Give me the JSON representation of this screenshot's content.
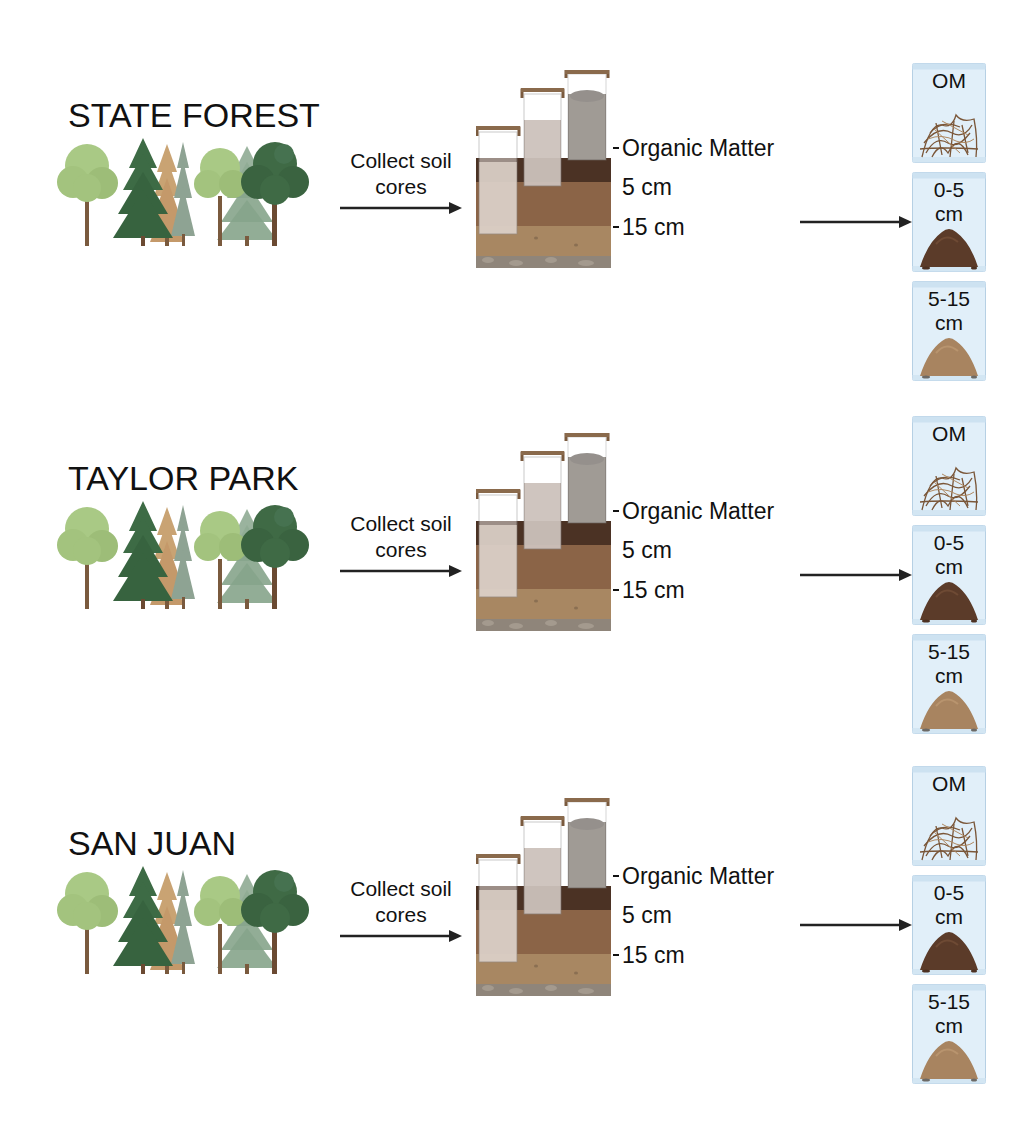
{
  "diagram": {
    "nodes": [
      {
        "text": [
          "STATE FOREST"
        ]
      },
      {
        "text": [
          "Organic Matter",
          "5 cm",
          "15 cm"
        ]
      },
      {
        "text": [
          "OM"
        ]
      },
      {
        "text": [
          "0-5 cm"
        ]
      },
      {
        "text": [
          "5-15 cm"
        ]
      },
      {
        "text": [
          "TAYLOR PARK"
        ]
      },
      {
        "text": [
          "Organic Matter",
          "5 cm",
          "15 cm"
        ]
      },
      {
        "text": [
          "OM"
        ]
      },
      {
        "text": [
          "0-5 cm"
        ]
      },
      {
        "text": [
          "5-15 cm"
        ]
      },
      {
        "text": [
          "SAN JUAN"
        ]
      },
      {
        "text": [
          "Organic Matter",
          "5 cm",
          "15 cm"
        ]
      },
      {
        "text": [
          "OM"
        ]
      },
      {
        "text": [
          "0-5 cm"
        ]
      },
      {
        "text": [
          "5-15 cm"
        ]
      }
    ],
    "edges": [
      {
        "from": 0,
        "to": 1,
        "label": "Collect soil cores",
        "arrow": "to"
      },
      {
        "from": 1,
        "to": 3,
        "arrow": "to"
      },
      {
        "from": 5,
        "to": 6,
        "label": "Collect soil cores",
        "arrow": "to"
      },
      {
        "from": 6,
        "to": 8,
        "arrow": "to"
      },
      {
        "from": 10,
        "to": 11,
        "label": "Collect soil cores",
        "arrow": "to"
      },
      {
        "from": 11,
        "to": 13,
        "arrow": "to"
      }
    ]
  }
}
